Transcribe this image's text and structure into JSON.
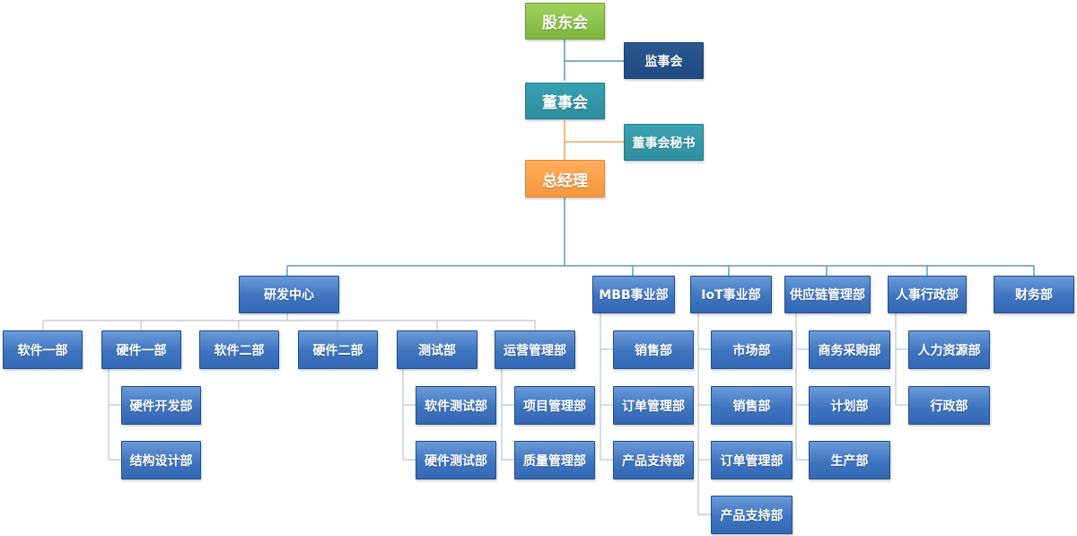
{
  "chart": {
    "shareholders": "股东会",
    "supervisors": "监事会",
    "board": "董事会",
    "board_secretary": "董事会秘书",
    "general_manager": "总经理"
  },
  "departments": {
    "rd_center": {
      "label": "研发中心",
      "children": [
        {
          "label": "软件一部"
        },
        {
          "label": "硬件一部",
          "children": [
            "硬件开发部",
            "结构设计部"
          ]
        },
        {
          "label": "软件二部"
        },
        {
          "label": "硬件二部"
        },
        {
          "label": "测试部",
          "children": [
            "软件测试部",
            "硬件测试部"
          ]
        },
        {
          "label": "运营管理部",
          "children": [
            "项目管理部",
            "质量管理部"
          ]
        }
      ]
    },
    "mbb": {
      "label": "MBB事业部",
      "children": [
        "销售部",
        "订单管理部",
        "产品支持部"
      ]
    },
    "iot": {
      "label": "IoT事业部",
      "children": [
        "市场部",
        "销售部",
        "订单管理部",
        "产品支持部"
      ]
    },
    "supply_chain": {
      "label": "供应链管理部",
      "children": [
        "商务采购部",
        "计划部",
        "生产部"
      ]
    },
    "hr_admin": {
      "label": "人事行政部",
      "children": [
        "人力资源部",
        "行政部"
      ]
    },
    "finance": {
      "label": "财务部"
    }
  },
  "colors": {
    "shareholders": "#8dc44a",
    "supervisors": "#244f88",
    "board": "#3196a8",
    "general_manager": "#f9a04a",
    "department": "#3f74c0",
    "connector_primary": "#5b9bb8",
    "connector_secondary": "#f5a05a"
  }
}
